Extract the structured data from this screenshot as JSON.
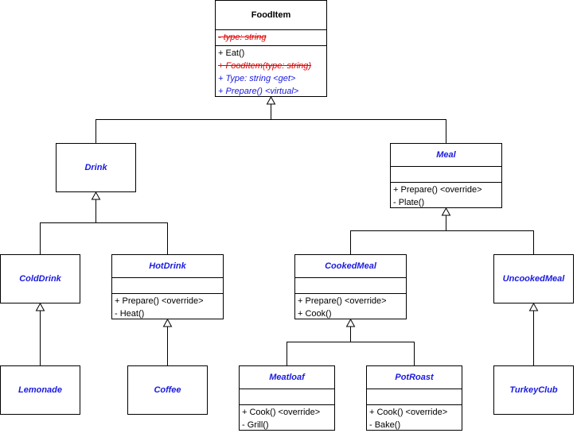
{
  "classes": {
    "fooditem": {
      "name": "FoodItem",
      "fields": [
        "- type: string"
      ],
      "methods": [
        "+ Eat()",
        "+ FoodItem(type: string)",
        "+ Type: string <get>",
        "+ Prepare() <virtual>"
      ]
    },
    "drink": {
      "name": "Drink"
    },
    "meal": {
      "name": "Meal",
      "methods": [
        "+ Prepare() <override>",
        "-  Plate()"
      ]
    },
    "colddrink": {
      "name": "ColdDrink"
    },
    "hotdrink": {
      "name": "HotDrink",
      "methods": [
        "+ Prepare() <override>",
        "-  Heat()"
      ]
    },
    "cookedmeal": {
      "name": "CookedMeal",
      "methods": [
        "+ Prepare() <override>",
        "+ Cook()"
      ]
    },
    "uncookedmeal": {
      "name": "UncookedMeal"
    },
    "lemonade": {
      "name": "Lemonade"
    },
    "coffee": {
      "name": "Coffee"
    },
    "meatloaf": {
      "name": "Meatloaf",
      "methods": [
        "+ Cook() <override>",
        "-  Grill()"
      ]
    },
    "potroast": {
      "name": "PotRoast",
      "methods": [
        "+ Cook() <override>",
        "-  Bake()"
      ]
    },
    "turkeyclub": {
      "name": "TurkeyClub"
    }
  }
}
